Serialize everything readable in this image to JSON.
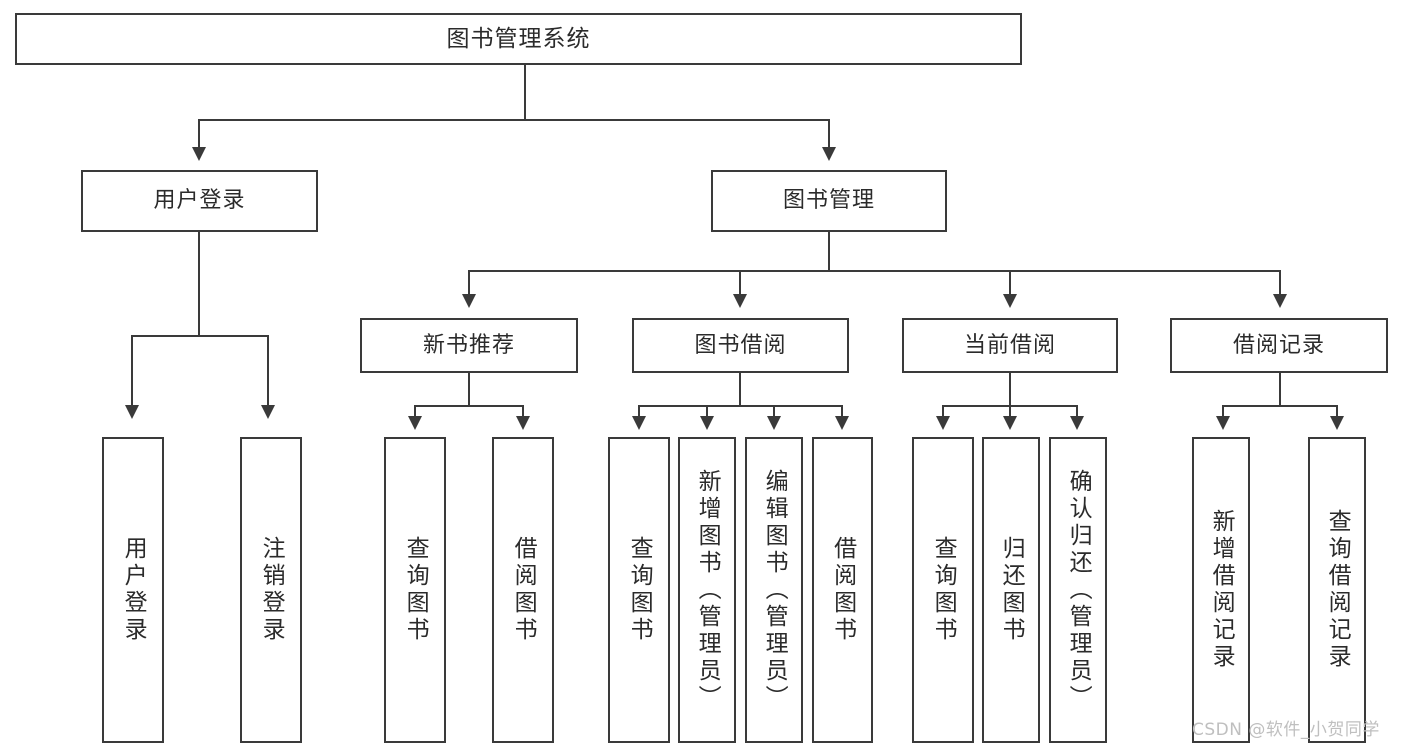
{
  "diagram": {
    "type": "hierarchy-tree",
    "title": "图书管理系统",
    "root": {
      "label": "图书管理系统"
    },
    "level2": [
      {
        "label": "用户登录"
      },
      {
        "label": "图书管理"
      }
    ],
    "level3": [
      {
        "label": "新书推荐"
      },
      {
        "label": "图书借阅"
      },
      {
        "label": "当前借阅"
      },
      {
        "label": "借阅记录"
      }
    ],
    "leaves_login": [
      {
        "label": "用户登录"
      },
      {
        "label": "注销登录"
      }
    ],
    "leaves_newbook": [
      {
        "label": "查询图书"
      },
      {
        "label": "借阅图书"
      }
    ],
    "leaves_borrow": [
      {
        "label": "查询图书"
      },
      {
        "label": "新增图书（管理员）"
      },
      {
        "label": "编辑图书（管理员）"
      },
      {
        "label": "借阅图书"
      }
    ],
    "leaves_current": [
      {
        "label": "查询图书"
      },
      {
        "label": "归还图书"
      },
      {
        "label": "确认归还（管理员）"
      }
    ],
    "leaves_records": [
      {
        "label": "新增借阅记录"
      },
      {
        "label": "查询借阅记录"
      }
    ]
  },
  "watermark": {
    "text": "CSDN @软件_小贺同学"
  },
  "colors": {
    "stroke": "#3a3a3a",
    "text": "#2b2b2b",
    "background": "#ffffff",
    "watermark": "#bfbfbf"
  }
}
